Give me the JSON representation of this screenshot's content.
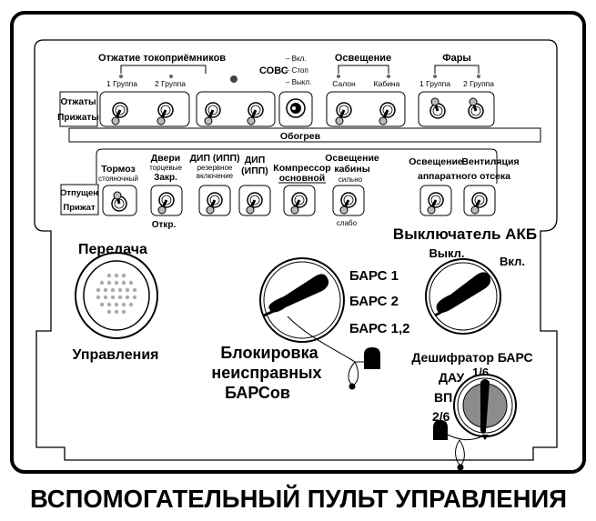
{
  "panel_title": "ВСПОМОГАТЕЛЬНЫЙ ПУЛЬТ УПРАВЛЕНИЯ",
  "top_group": {
    "pantographs": {
      "title": "Отжатие токоприёмников",
      "g1": "1 Группа",
      "g2": "2 Группа"
    },
    "sovs": {
      "label": "СОВС",
      "on": "– Вкл.",
      "stop": "– Стоп",
      "off": "– Выкл."
    },
    "lighting": {
      "title": "Освещение",
      "salon": "Салон",
      "cabin": "Кабина"
    },
    "headlights": {
      "title": "Фары",
      "g1": "1 Группа",
      "g2": "2 Группа"
    },
    "row_up": "Отжаты",
    "row_down": "Прижаты",
    "heating": "Обогрев"
  },
  "mid_group": {
    "brake": {
      "l1": "Тормоз",
      "l2": "стояночный"
    },
    "doors": {
      "l1": "Двери",
      "l2": "торцевые",
      "l3": "Закр.",
      "open": "Откр."
    },
    "dip_reserve": {
      "l1": "ДИП (ИПП)",
      "l2": "резервное",
      "l3": "включение"
    },
    "dip": {
      "l1": "ДИП",
      "l2": "(ИПП)"
    },
    "compressor": {
      "l1": "Компрессор",
      "l2": "основной"
    },
    "cabin_light": {
      "l1": "Освещение",
      "l2": "кабины",
      "strong": "сильно",
      "weak": "слабо"
    },
    "equip_light": "Освещение",
    "ventilation": "Вентиляция",
    "equip_bay": "аппаратного отсека",
    "row_up": "Отпущен",
    "row_down": "Прижат"
  },
  "bottom": {
    "transmit": "Передача",
    "control": "Управления",
    "bars": [
      "БАРС 1",
      "БАРС 2",
      "БАРС 1,2"
    ],
    "block_lines": [
      "Блокировка",
      "неисправных",
      "БАРСов"
    ],
    "akb_title": "Выключатель АКБ",
    "akb_off": "Выкл.",
    "akb_on": "Вкл.",
    "decoder_title": "Дешифратор БАРС",
    "dau": "ДАУ",
    "pos_16": "1/6",
    "vp": "ВП",
    "pos_26": "2/6"
  },
  "colors": {
    "ink": "#000000",
    "paper": "#ffffff",
    "knob_grey": "#8c8c8c",
    "lever_grey": "#d2d2d2"
  }
}
